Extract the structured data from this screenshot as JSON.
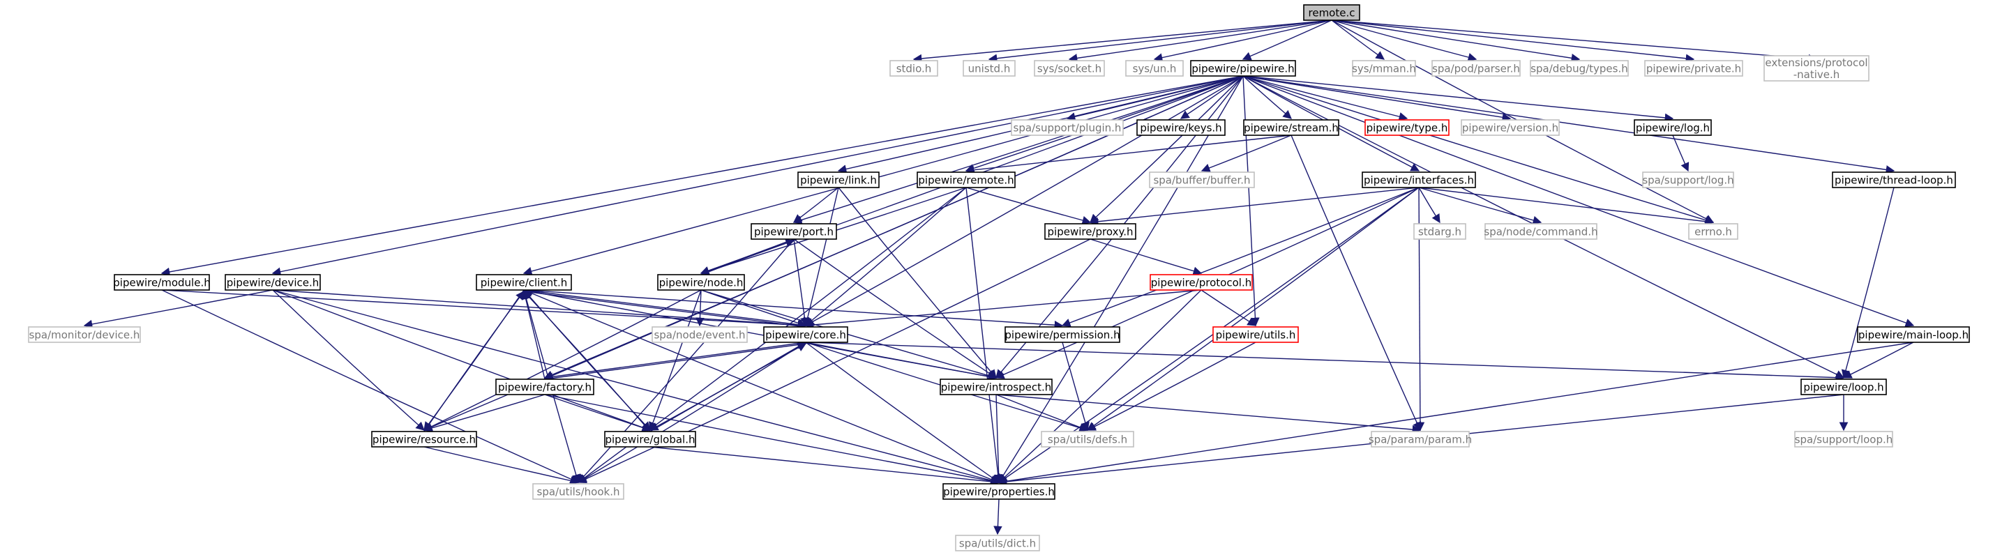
{
  "colors": {
    "root_fill": "#bfbfbf",
    "box_stroke_black": "#000000",
    "box_stroke_gray": "#bfbfbf",
    "box_stroke_red": "#ff0000",
    "edge": "#191970"
  },
  "nodes": {
    "remote_c": {
      "label": "remote.c",
      "kind": "root"
    },
    "stdio_h": {
      "label": "stdio.h",
      "kind": "gray"
    },
    "unistd_h": {
      "label": "unistd.h",
      "kind": "gray"
    },
    "sys_socket_h": {
      "label": "sys/socket.h",
      "kind": "gray"
    },
    "sys_un_h": {
      "label": "sys/un.h",
      "kind": "gray"
    },
    "pipewire_pipewire_h": {
      "label": "pipewire/pipewire.h",
      "kind": "black"
    },
    "sys_mman_h": {
      "label": "sys/mman.h",
      "kind": "gray"
    },
    "spa_pod_parser_h": {
      "label": "spa/pod/parser.h",
      "kind": "gray"
    },
    "spa_debug_types_h": {
      "label": "spa/debug/types.h",
      "kind": "gray"
    },
    "pipewire_private_h": {
      "label": "pipewire/private.h",
      "kind": "gray"
    },
    "ext_protocol_native_h": {
      "label": "extensions/protocol\n-native.h",
      "kind": "gray"
    },
    "spa_support_plugin_h": {
      "label": "spa/support/plugin.h",
      "kind": "gray"
    },
    "pipewire_keys_h": {
      "label": "pipewire/keys.h",
      "kind": "black"
    },
    "pipewire_stream_h": {
      "label": "pipewire/stream.h",
      "kind": "black"
    },
    "pipewire_type_h": {
      "label": "pipewire/type.h",
      "kind": "red"
    },
    "pipewire_version_h": {
      "label": "pipewire/version.h",
      "kind": "gray"
    },
    "pipewire_log_h": {
      "label": "pipewire/log.h",
      "kind": "black"
    },
    "spa_support_log_h": {
      "label": "spa/support/log.h",
      "kind": "gray"
    },
    "pipewire_thread_loop_h": {
      "label": "pipewire/thread-loop.h",
      "kind": "black"
    },
    "pipewire_link_h": {
      "label": "pipewire/link.h",
      "kind": "black"
    },
    "pipewire_remote_h": {
      "label": "pipewire/remote.h",
      "kind": "black"
    },
    "spa_buffer_buffer_h": {
      "label": "spa/buffer/buffer.h",
      "kind": "gray"
    },
    "pipewire_interfaces_h": {
      "label": "pipewire/interfaces.h",
      "kind": "black"
    },
    "pipewire_port_h": {
      "label": "pipewire/port.h",
      "kind": "black"
    },
    "pipewire_proxy_h": {
      "label": "pipewire/proxy.h",
      "kind": "black"
    },
    "stdarg_h": {
      "label": "stdarg.h",
      "kind": "gray"
    },
    "spa_node_command_h": {
      "label": "spa/node/command.h",
      "kind": "gray"
    },
    "errno_h": {
      "label": "errno.h",
      "kind": "gray"
    },
    "pipewire_module_h": {
      "label": "pipewire/module.h",
      "kind": "black"
    },
    "pipewire_device_h": {
      "label": "pipewire/device.h",
      "kind": "black"
    },
    "pipewire_client_h": {
      "label": "pipewire/client.h",
      "kind": "black"
    },
    "pipewire_node_h": {
      "label": "pipewire/node.h",
      "kind": "black"
    },
    "pipewire_protocol_h": {
      "label": "pipewire/protocol.h",
      "kind": "red"
    },
    "spa_monitor_device_h": {
      "label": "spa/monitor/device.h",
      "kind": "gray"
    },
    "spa_node_event_h": {
      "label": "spa/node/event.h",
      "kind": "gray"
    },
    "pipewire_core_h": {
      "label": "pipewire/core.h",
      "kind": "black"
    },
    "pipewire_permission_h": {
      "label": "pipewire/permission.h",
      "kind": "black"
    },
    "pipewire_utils_h": {
      "label": "pipewire/utils.h",
      "kind": "red"
    },
    "pipewire_main_loop_h": {
      "label": "pipewire/main-loop.h",
      "kind": "black"
    },
    "pipewire_factory_h": {
      "label": "pipewire/factory.h",
      "kind": "black"
    },
    "pipewire_introspect_h": {
      "label": "pipewire/introspect.h",
      "kind": "black"
    },
    "pipewire_loop_h": {
      "label": "pipewire/loop.h",
      "kind": "black"
    },
    "pipewire_resource_h": {
      "label": "pipewire/resource.h",
      "kind": "black"
    },
    "pipewire_global_h": {
      "label": "pipewire/global.h",
      "kind": "black"
    },
    "spa_utils_defs_h": {
      "label": "spa/utils/defs.h",
      "kind": "gray"
    },
    "spa_param_param_h": {
      "label": "spa/param/param.h",
      "kind": "gray"
    },
    "spa_support_loop_h": {
      "label": "spa/support/loop.h",
      "kind": "gray"
    },
    "spa_utils_hook_h": {
      "label": "spa/utils/hook.h",
      "kind": "gray"
    },
    "pipewire_properties_h": {
      "label": "pipewire/properties.h",
      "kind": "black"
    },
    "spa_utils_dict_h": {
      "label": "spa/utils/dict.h",
      "kind": "gray"
    }
  },
  "edges": [
    [
      "remote_c",
      "stdio_h"
    ],
    [
      "remote_c",
      "unistd_h"
    ],
    [
      "remote_c",
      "sys_socket_h"
    ],
    [
      "remote_c",
      "sys_un_h"
    ],
    [
      "remote_c",
      "pipewire_pipewire_h"
    ],
    [
      "remote_c",
      "sys_mman_h"
    ],
    [
      "remote_c",
      "spa_pod_parser_h"
    ],
    [
      "remote_c",
      "spa_debug_types_h"
    ],
    [
      "remote_c",
      "pipewire_private_h"
    ],
    [
      "remote_c",
      "ext_protocol_native_h"
    ],
    [
      "remote_c",
      "errno_h"
    ],
    [
      "pipewire_pipewire_h",
      "spa_support_plugin_h"
    ],
    [
      "pipewire_pipewire_h",
      "pipewire_keys_h"
    ],
    [
      "pipewire_pipewire_h",
      "pipewire_stream_h"
    ],
    [
      "pipewire_pipewire_h",
      "pipewire_type_h"
    ],
    [
      "pipewire_pipewire_h",
      "pipewire_version_h"
    ],
    [
      "pipewire_pipewire_h",
      "pipewire_log_h"
    ],
    [
      "pipewire_pipewire_h",
      "pipewire_thread_loop_h"
    ],
    [
      "pipewire_pipewire_h",
      "pipewire_link_h"
    ],
    [
      "pipewire_pipewire_h",
      "pipewire_remote_h"
    ],
    [
      "pipewire_pipewire_h",
      "pipewire_interfaces_h"
    ],
    [
      "pipewire_pipewire_h",
      "pipewire_port_h"
    ],
    [
      "pipewire_pipewire_h",
      "pipewire_proxy_h"
    ],
    [
      "pipewire_pipewire_h",
      "errno_h"
    ],
    [
      "pipewire_pipewire_h",
      "pipewire_module_h"
    ],
    [
      "pipewire_pipewire_h",
      "pipewire_device_h"
    ],
    [
      "pipewire_pipewire_h",
      "pipewire_client_h"
    ],
    [
      "pipewire_pipewire_h",
      "pipewire_node_h"
    ],
    [
      "pipewire_pipewire_h",
      "pipewire_core_h"
    ],
    [
      "pipewire_pipewire_h",
      "pipewire_utils_h"
    ],
    [
      "pipewire_pipewire_h",
      "pipewire_main_loop_h"
    ],
    [
      "pipewire_pipewire_h",
      "pipewire_factory_h"
    ],
    [
      "pipewire_pipewire_h",
      "pipewire_introspect_h"
    ],
    [
      "pipewire_pipewire_h",
      "pipewire_loop_h"
    ],
    [
      "pipewire_pipewire_h",
      "pipewire_resource_h"
    ],
    [
      "pipewire_pipewire_h",
      "pipewire_properties_h"
    ],
    [
      "pipewire_stream_h",
      "spa_buffer_buffer_h"
    ],
    [
      "pipewire_stream_h",
      "pipewire_remote_h"
    ],
    [
      "pipewire_stream_h",
      "spa_param_param_h"
    ],
    [
      "pipewire_log_h",
      "spa_support_log_h"
    ],
    [
      "pipewire_thread_loop_h",
      "pipewire_loop_h"
    ],
    [
      "pipewire_link_h",
      "pipewire_port_h"
    ],
    [
      "pipewire_link_h",
      "pipewire_core_h"
    ],
    [
      "pipewire_link_h",
      "pipewire_introspect_h"
    ],
    [
      "pipewire_remote_h",
      "pipewire_proxy_h"
    ],
    [
      "pipewire_remote_h",
      "pipewire_node_h"
    ],
    [
      "pipewire_remote_h",
      "pipewire_core_h"
    ],
    [
      "pipewire_remote_h",
      "pipewire_properties_h"
    ],
    [
      "pipewire_remote_h",
      "spa_utils_hook_h"
    ],
    [
      "pipewire_interfaces_h",
      "pipewire_proxy_h"
    ],
    [
      "pipewire_interfaces_h",
      "stdarg_h"
    ],
    [
      "pipewire_interfaces_h",
      "spa_node_command_h"
    ],
    [
      "pipewire_interfaces_h",
      "errno_h"
    ],
    [
      "pipewire_interfaces_h",
      "pipewire_permission_h"
    ],
    [
      "pipewire_interfaces_h",
      "pipewire_introspect_h"
    ],
    [
      "pipewire_interfaces_h",
      "spa_utils_defs_h"
    ],
    [
      "pipewire_interfaces_h",
      "spa_param_param_h"
    ],
    [
      "pipewire_interfaces_h",
      "pipewire_properties_h"
    ],
    [
      "pipewire_port_h",
      "pipewire_node_h"
    ],
    [
      "pipewire_port_h",
      "pipewire_core_h"
    ],
    [
      "pipewire_port_h",
      "pipewire_introspect_h"
    ],
    [
      "pipewire_port_h",
      "spa_utils_hook_h"
    ],
    [
      "pipewire_proxy_h",
      "pipewire_protocol_h"
    ],
    [
      "pipewire_proxy_h",
      "spa_utils_hook_h"
    ],
    [
      "pipewire_module_h",
      "pipewire_core_h"
    ],
    [
      "pipewire_module_h",
      "spa_utils_hook_h"
    ],
    [
      "pipewire_device_h",
      "spa_monitor_device_h"
    ],
    [
      "pipewire_device_h",
      "pipewire_core_h"
    ],
    [
      "pipewire_device_h",
      "pipewire_resource_h"
    ],
    [
      "pipewire_device_h",
      "pipewire_global_h"
    ],
    [
      "pipewire_device_h",
      "pipewire_properties_h"
    ],
    [
      "pipewire_client_h",
      "pipewire_core_h"
    ],
    [
      "pipewire_client_h",
      "pipewire_permission_h"
    ],
    [
      "pipewire_client_h",
      "pipewire_introspect_h"
    ],
    [
      "pipewire_client_h",
      "pipewire_resource_h"
    ],
    [
      "pipewire_client_h",
      "pipewire_global_h"
    ],
    [
      "pipewire_client_h",
      "pipewire_properties_h"
    ],
    [
      "pipewire_client_h",
      "spa_utils_hook_h"
    ],
    [
      "pipewire_node_h",
      "pipewire_port_h"
    ],
    [
      "pipewire_node_h",
      "spa_node_event_h"
    ],
    [
      "pipewire_node_h",
      "pipewire_core_h"
    ],
    [
      "pipewire_node_h",
      "pipewire_introspect_h"
    ],
    [
      "pipewire_node_h",
      "pipewire_resource_h"
    ],
    [
      "pipewire_node_h",
      "pipewire_global_h"
    ],
    [
      "pipewire_protocol_h",
      "pipewire_core_h"
    ],
    [
      "pipewire_protocol_h",
      "pipewire_utils_h"
    ],
    [
      "pipewire_protocol_h",
      "pipewire_properties_h"
    ],
    [
      "pipewire_core_h",
      "pipewire_client_h"
    ],
    [
      "pipewire_core_h",
      "pipewire_factory_h"
    ],
    [
      "pipewire_core_h",
      "pipewire_global_h"
    ],
    [
      "pipewire_core_h",
      "pipewire_introspect_h"
    ],
    [
      "pipewire_core_h",
      "pipewire_loop_h"
    ],
    [
      "pipewire_core_h",
      "spa_utils_defs_h"
    ],
    [
      "pipewire_core_h",
      "pipewire_properties_h"
    ],
    [
      "pipewire_core_h",
      "spa_utils_hook_h"
    ],
    [
      "pipewire_permission_h",
      "spa_utils_defs_h"
    ],
    [
      "pipewire_utils_h",
      "spa_utils_defs_h"
    ],
    [
      "pipewire_main_loop_h",
      "pipewire_loop_h"
    ],
    [
      "pipewire_main_loop_h",
      "pipewire_properties_h"
    ],
    [
      "pipewire_factory_h",
      "pipewire_core_h"
    ],
    [
      "pipewire_factory_h",
      "pipewire_client_h"
    ],
    [
      "pipewire_factory_h",
      "pipewire_resource_h"
    ],
    [
      "pipewire_factory_h",
      "pipewire_global_h"
    ],
    [
      "pipewire_factory_h",
      "pipewire_properties_h"
    ],
    [
      "pipewire_introspect_h",
      "spa_utils_defs_h"
    ],
    [
      "pipewire_introspect_h",
      "spa_param_param_h"
    ],
    [
      "pipewire_introspect_h",
      "pipewire_properties_h"
    ],
    [
      "pipewire_loop_h",
      "spa_support_loop_h"
    ],
    [
      "pipewire_loop_h",
      "pipewire_properties_h"
    ],
    [
      "pipewire_resource_h",
      "pipewire_client_h"
    ],
    [
      "pipewire_resource_h",
      "spa_utils_hook_h"
    ],
    [
      "pipewire_global_h",
      "pipewire_client_h"
    ],
    [
      "pipewire_global_h",
      "pipewire_core_h"
    ],
    [
      "pipewire_global_h",
      "pipewire_properties_h"
    ],
    [
      "pipewire_properties_h",
      "spa_utils_dict_h"
    ]
  ]
}
